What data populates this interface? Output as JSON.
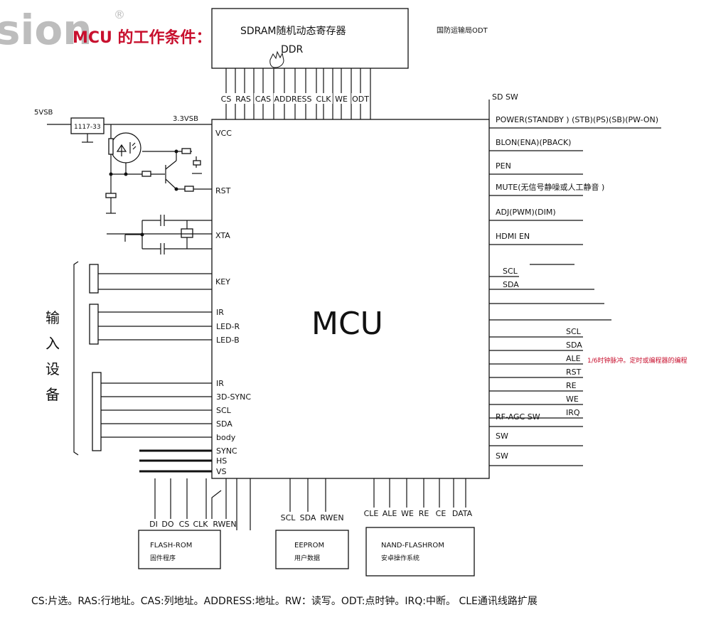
{
  "logo_text": "sion",
  "logo_mark": "®",
  "header": "MCU 的工作条件：",
  "sdram": {
    "title": "SDRAM随机动态寄存器",
    "subtitle": "DDR",
    "note": "国防运输局ODT",
    "pins": [
      "CS",
      "RAS",
      "CAS",
      "ADDRESS",
      "CLK",
      "WE",
      "ODT"
    ]
  },
  "power": {
    "in": "5VSB",
    "reg": "1117-33",
    "out": "3.3VSB"
  },
  "mcu_label": "MCU",
  "left_pins_top": [
    "VCC",
    "RST",
    "XTA",
    "KEY"
  ],
  "left_pins_input": [
    "IR",
    "LED-R",
    "LED-B",
    "IR",
    "3D-SYNC",
    "SCL",
    "SDA",
    "body",
    "SYNC",
    "HS",
    "VS"
  ],
  "input_group_label": [
    "输",
    "入",
    "设",
    "备"
  ],
  "right_pins": [
    "SD  SW",
    "POWER(STANDBY ) (STB)(PS)(SB)(PW-ON)",
    "BLON(ENA)(PBACK)",
    "PEN",
    "MUTE(无信号静噪或人工静音 )",
    "ADJ(PWM)(DIM)",
    "HDMI  EN",
    "SCL",
    "SDA"
  ],
  "right_pins_nand": [
    "SCL",
    "SDA",
    "ALE",
    "RST",
    "RE",
    "WE",
    "IRQ"
  ],
  "ale_note": "1/6时钟脉冲。定时或编程器的编程",
  "right_pins_bottom": [
    "RF-AGC  SW",
    "SW",
    "SW"
  ],
  "flash": {
    "pins": [
      "DI",
      "DO",
      "CS",
      "CLK",
      "RWEN"
    ],
    "name": "FLASH-ROM",
    "desc": "固件程序"
  },
  "eeprom": {
    "pins": [
      "SCL",
      "SDA",
      "RWEN"
    ],
    "name": "EEPROM",
    "desc": "用户数据"
  },
  "nand": {
    "pins": [
      "CLE",
      "ALE",
      "WE",
      "RE",
      "CE",
      "DATA"
    ],
    "name": "NAND-FLASHROM",
    "desc": "安卓操作系统"
  },
  "footnote": "CS:片选。RAS:行地址。CAS:列地址。ADDRESS:地址。RW：读写。ODT:点时钟。IRQ:中断。 CLE通讯线路扩展"
}
